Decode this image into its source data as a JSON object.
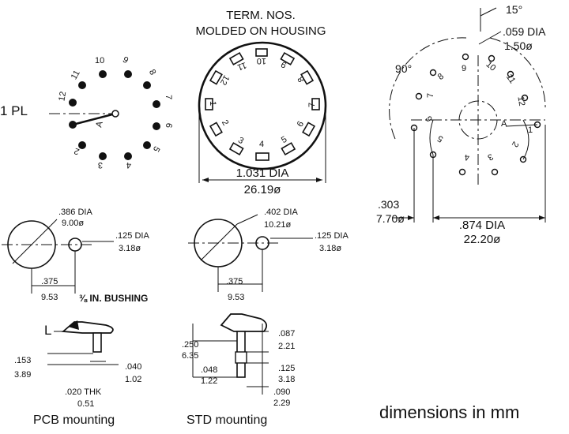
{
  "terminal_view": {
    "heading_line1": "TERM. NOS.",
    "heading_line2": "MOLDED ON HOUSING",
    "dia_in": "1.031 DIA",
    "dia_mm": "26.19ø",
    "pin_numbers": [
      "10",
      "11",
      "12",
      "1",
      "2",
      "3",
      "4",
      "5",
      "6",
      "7",
      "8",
      "9"
    ]
  },
  "rotor_view": {
    "pole_label": "1 PL",
    "pin_numbers": [
      "10",
      "9",
      "8",
      "7",
      "6",
      "5",
      "4",
      "3",
      "2",
      "12",
      "11"
    ],
    "rotor_label": "A"
  },
  "footprint_view": {
    "angle_top": "15°",
    "angle_left": "90°",
    "hole_dia_in": ".059 DIA",
    "hole_dia_mm": "1.50ø",
    "offset_in": ".303",
    "offset_mm": "7.70ø",
    "circle_dia_in": ".874 DIA",
    "circle_dia_mm": "22.20ø",
    "pin_numbers": [
      "9",
      "10",
      "11",
      "12",
      "1",
      "2",
      "3",
      "4",
      "5",
      "6",
      "7",
      "8"
    ],
    "center_label": "A"
  },
  "bushing_left": {
    "dia_in": ".386 DIA",
    "dia_mm": "9.00ø",
    "hole_in": ".125 DIA",
    "hole_mm": "3.18ø",
    "spacing_in": ".375",
    "spacing_mm": "9.53",
    "caption": "⅜ IN. BUSHING"
  },
  "bushing_right": {
    "dia_in": ".402 DIA",
    "dia_mm": "10.21ø",
    "hole_in": ".125 DIA",
    "hole_mm": "3.18ø",
    "spacing_in": ".375",
    "spacing_mm": "9.53"
  },
  "pcb_mount": {
    "letter": "L",
    "height_in": ".153",
    "height_mm": "3.89",
    "pin_in": ".040",
    "pin_mm": "1.02",
    "thk_in": ".020 THK",
    "thk_mm": "0.51",
    "caption": "PCB mounting"
  },
  "std_mount": {
    "len_in": ".250",
    "len_mm": "6.35",
    "gap_in": ".048",
    "gap_mm": "1.22",
    "top_in": ".087",
    "top_mm": "2.21",
    "mid_in": ".125",
    "mid_mm": "3.18",
    "bot_in": ".090",
    "bot_mm": "2.29",
    "caption": "STD mounting"
  },
  "footer": {
    "note": "dimensions in mm"
  }
}
